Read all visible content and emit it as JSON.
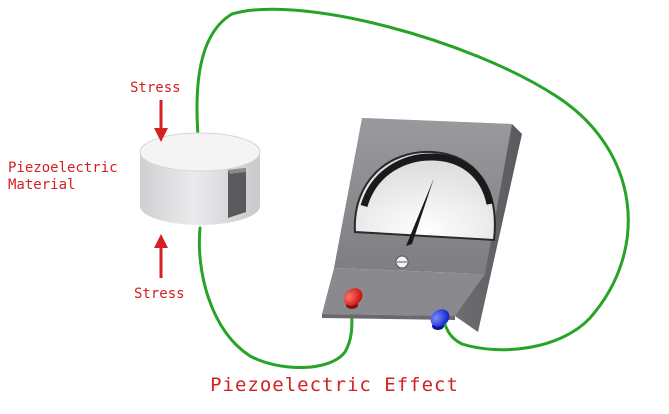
{
  "diagram": {
    "title": "Piezoelectric Effect",
    "stress_top_label": "Stress",
    "stress_bottom_label": "Stress",
    "material_label": [
      "Piezoelectric",
      "Material"
    ]
  },
  "colors": {
    "label": "#d42020",
    "wire": "#27a327",
    "arrow": "#d42020",
    "meter_body": "#8e8e92",
    "disc": "#e2e2e4",
    "red_terminal": "#e01818",
    "blue_terminal": "#1a32e8"
  }
}
